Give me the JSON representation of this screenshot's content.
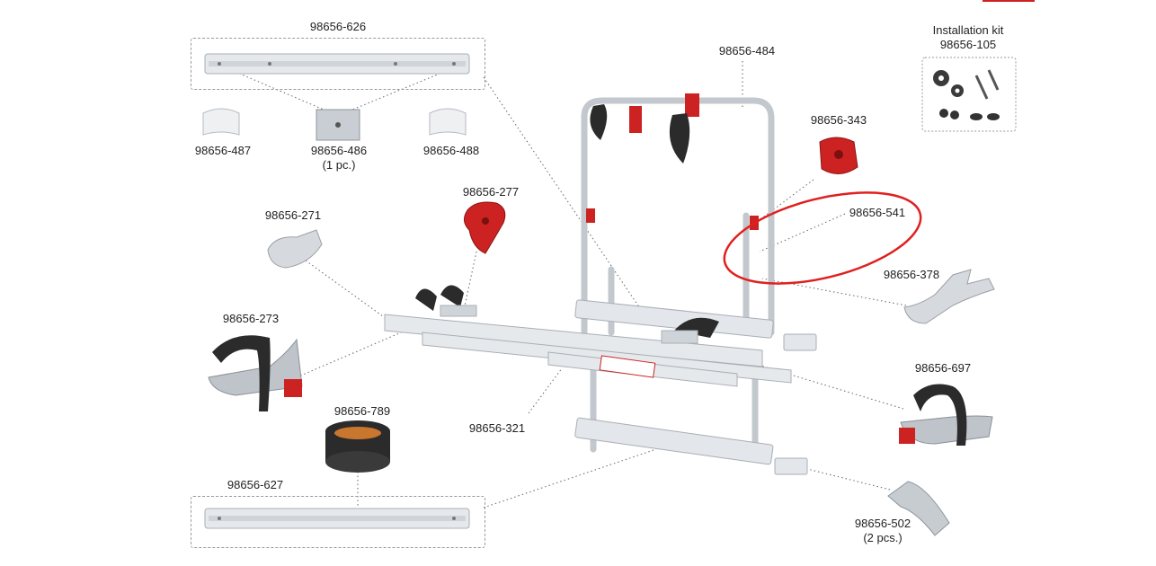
{
  "colors": {
    "accent_red": "#cc2222",
    "highlight_ring": "#e02020",
    "aluminium": "#e3e6ea",
    "aluminium_edge": "#a9afb6",
    "dark_strap": "#2b2b2b",
    "label_text": "#222222"
  },
  "parts": [
    {
      "id": "626",
      "code": "98656-626"
    },
    {
      "id": "484",
      "code": "98656-484"
    },
    {
      "id": "105",
      "title": "Installation kit",
      "code": "98656-105"
    },
    {
      "id": "487",
      "code": "98656-487"
    },
    {
      "id": "486",
      "code": "98656-486",
      "qty": "(1 pc.)"
    },
    {
      "id": "488",
      "code": "98656-488"
    },
    {
      "id": "343",
      "code": "98656-343"
    },
    {
      "id": "277",
      "code": "98656-277"
    },
    {
      "id": "271",
      "code": "98656-271"
    },
    {
      "id": "541",
      "code": "98656-541"
    },
    {
      "id": "378",
      "code": "98656-378"
    },
    {
      "id": "273",
      "code": "98656-273"
    },
    {
      "id": "697",
      "code": "98656-697"
    },
    {
      "id": "789",
      "code": "98656-789"
    },
    {
      "id": "321",
      "code": "98656-321"
    },
    {
      "id": "627",
      "code": "98656-627"
    },
    {
      "id": "502",
      "code": "98656-502",
      "qty": "(2 pcs.)"
    }
  ]
}
